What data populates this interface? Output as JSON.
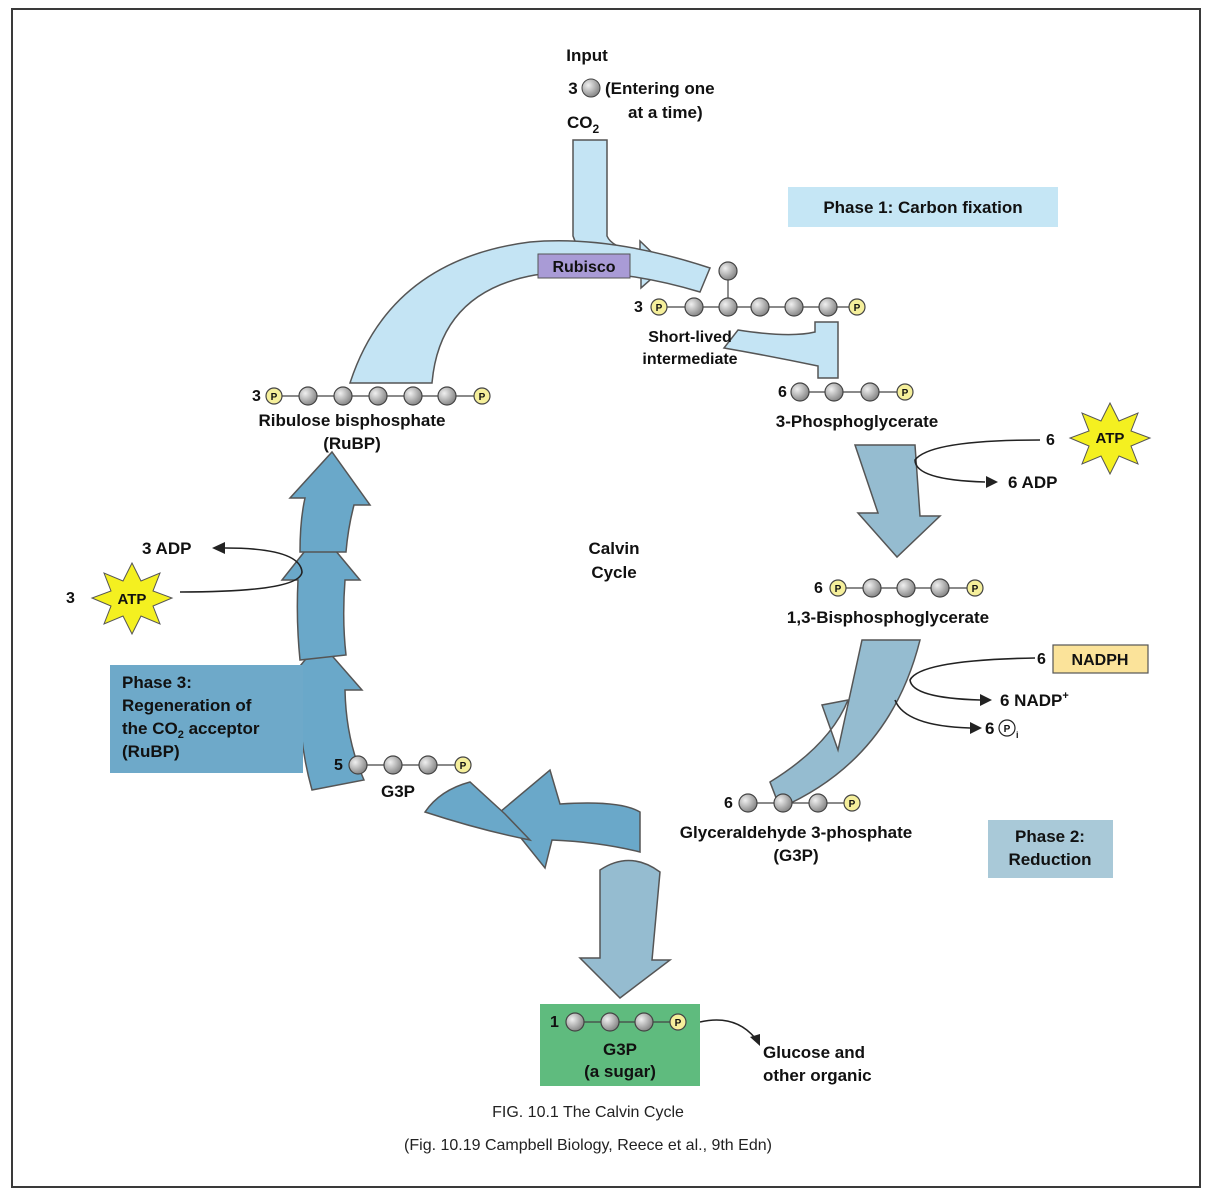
{
  "diagram": {
    "input": {
      "title": "Input",
      "count": "3",
      "note_line1": "(Entering one",
      "note_line2": "at a time)",
      "molecule": "CO",
      "molecule_sub": "2"
    },
    "enzyme": "Rubisco",
    "phases": {
      "phase1": "Phase 1: Carbon fixation",
      "phase2_line1": "Phase 2:",
      "phase2_line2": "Reduction",
      "phase3_line1": "Phase 3:",
      "phase3_line2": "Regeneration of",
      "phase3_line3a": "the CO",
      "phase3_line3sub": "2",
      "phase3_line3b": " acceptor",
      "phase3_line4": "(RuBP)"
    },
    "center": {
      "line1": "Calvin",
      "line2": "Cycle"
    },
    "molecules": {
      "intermediate": {
        "count": "3",
        "label_line1": "Short-lived",
        "label_line2": "intermediate"
      },
      "pga": {
        "count": "6",
        "label": "3-Phosphoglycerate"
      },
      "bpg": {
        "count": "6",
        "label": "1,3-Bisphosphoglycerate"
      },
      "g3p": {
        "count": "6",
        "label_line1": "Glyceraldehyde 3-phosphate",
        "label_line2": "(G3P)"
      },
      "g3p_regen": {
        "count": "5",
        "label": "G3P"
      },
      "rubp": {
        "count": "3",
        "label_line1": "Ribulose bisphosphate",
        "label_line2": "(RuBP)"
      },
      "output": {
        "count": "1",
        "label_line1": "G3P",
        "label_line2": "(a sugar)"
      }
    },
    "phosphate_symbol": "P",
    "pi_subscript": "i",
    "energy": {
      "atp_in_phase1_count": "6",
      "atp_label": "ATP",
      "adp_out_phase1": "6 ADP",
      "nadph_count": "6",
      "nadph_label": "NADPH",
      "nadp_out": "6 NADP",
      "nadp_sup": "+",
      "pi_count": "6",
      "adp_out_phase3": "3 ADP",
      "atp_in_phase3_count": "3"
    },
    "output_destination_line1": "Glucose and",
    "output_destination_line2": "other organic"
  },
  "caption": {
    "line1": "FIG. 10.1 The Calvin Cycle",
    "line2": "(Fig. 10.19 Campbell Biology, Reece et al., 9th Edn)"
  },
  "colors": {
    "phase1_arrow": "#c4e4f4",
    "phase2_arrow": "#95bcd0",
    "phase3_arrow": "#6aa8c9",
    "phase1_box": "#c5e6f5",
    "phase2_box": "#a9c9d8",
    "phase3_box": "#6ea9c9",
    "rubisco_box": "#a99bd6",
    "output_box": "#5fbb7e",
    "nadph_box": "#fbe39a",
    "atp_star": "#f4f020",
    "carbon": "#a6a6a6",
    "phosphate": "#f5ef9b"
  }
}
